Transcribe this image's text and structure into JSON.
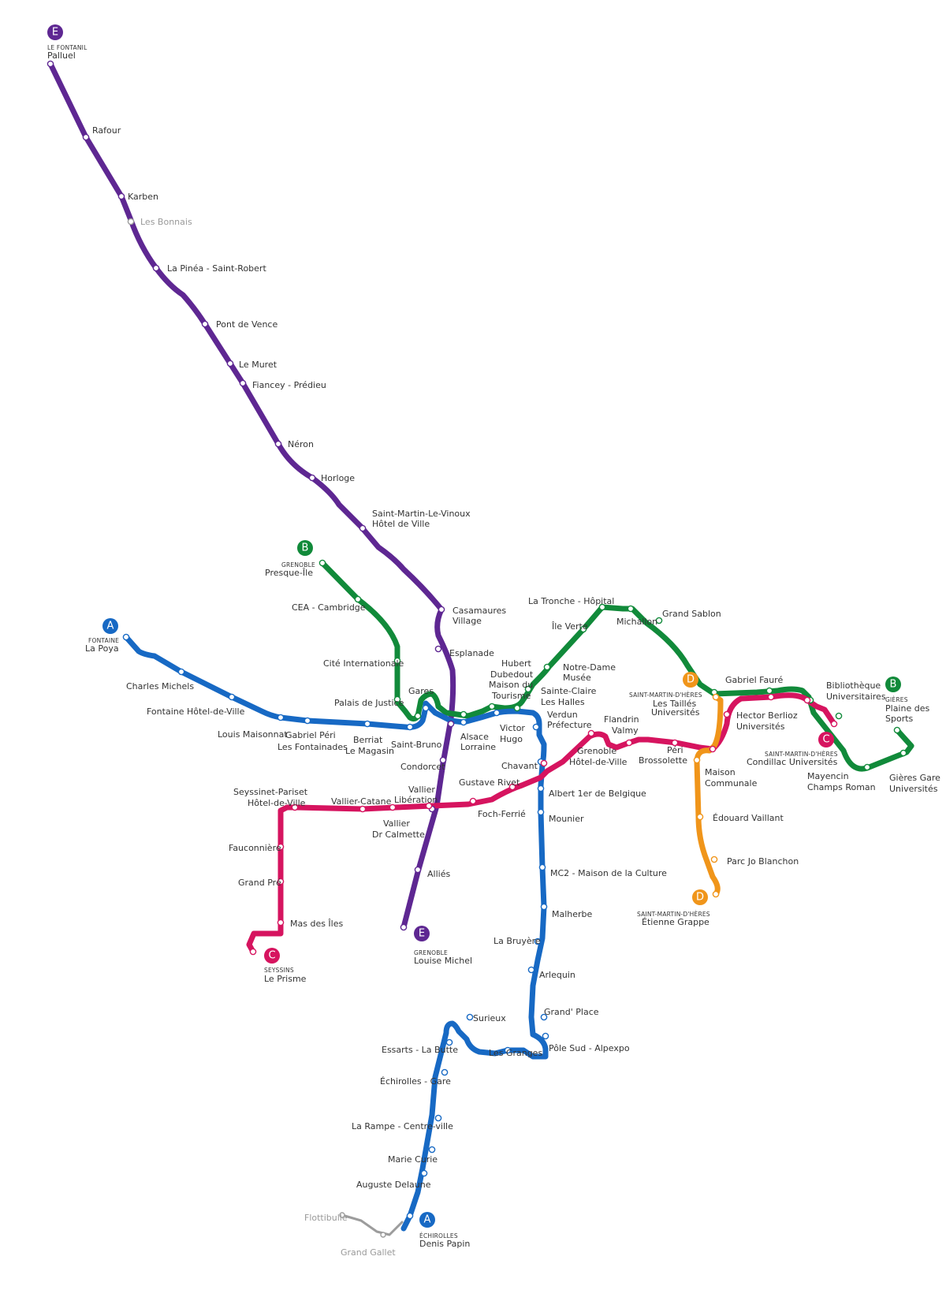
{
  "colors": {
    "A": "#1769c4",
    "B": "#118a3a",
    "C": "#d6145f",
    "D": "#f0951a",
    "E": "#5e2792",
    "inactive": "#9c9c9c"
  },
  "lines": [
    {
      "id": "E",
      "color_key": "E"
    },
    {
      "id": "B",
      "color_key": "B"
    },
    {
      "id": "A",
      "color_key": "A"
    },
    {
      "id": "C",
      "color_key": "C"
    },
    {
      "id": "D",
      "color_key": "D"
    }
  ],
  "termini": {
    "E_north": {
      "line": "E",
      "city": "LE FONTANIL",
      "name": "Palluel"
    },
    "E_south": {
      "line": "E",
      "city": "GRENOBLE",
      "name": "Louise Michel"
    },
    "B_west": {
      "line": "B",
      "city": "GRENOBLE",
      "name": "Presque-Île"
    },
    "B_east": {
      "line": "B",
      "city": "GIÈRES",
      "name": "Plaine des Sports"
    },
    "A_north": {
      "line": "A",
      "city": "FONTAINE",
      "name": "La Poya"
    },
    "A_south": {
      "line": "A",
      "city": "ÉCHIROLLES",
      "name": "Denis Papin"
    },
    "C_west": {
      "line": "C",
      "city": "SEYSSINS",
      "name": "Le Prisme"
    },
    "C_east": {
      "line": "C",
      "city": "SAINT-MARTIN-D'HÈRES",
      "name": "Condillac Universités"
    },
    "D_north": {
      "line": "D",
      "city": "SAINT-MARTIN-D'HÈRES",
      "name": "Les Taillés Universités"
    },
    "D_south": {
      "line": "D",
      "city": "SAINT-MARTIN-D'HÈRES",
      "name": "Étienne Grappe"
    }
  },
  "stations": {
    "rafour": "Rafour",
    "karben": "Karben",
    "les_bonnais": "Les Bonnais",
    "la_pinea": "La Pinéa - Saint-Robert",
    "pont_de_vence": "Pont de Vence",
    "le_muret": "Le Muret",
    "fiancey": "Fiancey - Prédieu",
    "neron": "Néron",
    "horloge": "Horloge",
    "smlv": "Saint-Martin-Le-Vinoux Hôtel de Ville",
    "casamaures": "Casamaures Village",
    "esplanade": "Esplanade",
    "cea": "CEA - Cambridge",
    "cite_internationale": "Cité Internationale",
    "palais_de_justice": "Palais de Justice",
    "gares": "Gares",
    "saint_bruno": "Saint-Bruno",
    "alsace_lorraine": "Alsace Lorraine",
    "victor_hugo": "Victor Hugo",
    "hubert_dubedout": "Hubert Dubedout Maison du Tourisme",
    "notre_dame": "Notre-Dame Musée",
    "sainte_claire": "Sainte-Claire Les Halles",
    "verdun": "Verdun Préfecture",
    "ile_verte": "Île Verte",
    "la_tronche": "La Tronche - Hôpital",
    "michallon": "Michallon",
    "grand_sablon": "Grand Sablon",
    "gabriel_faure": "Gabriel Fauré",
    "bibliotheque": "Bibliothèque Universitaires",
    "mayencin": "Mayencin Champs Roman",
    "gieres_gare": "Gières Gare Universités",
    "charles_michels": "Charles Michels",
    "fontaine_hdv": "Fontaine Hôtel-de-Ville",
    "louis_maisonnat": "Louis Maisonnat",
    "gabriel_peri": "Gabriel Péri Les Fontainades",
    "berriat": "Berriat Le Magasin",
    "condorcet": "Condorcet",
    "chavant": "Chavant",
    "albert_1er": "Albert 1er de Belgique",
    "mounier": "Mounier",
    "mc2": "MC2 - Maison de la Culture",
    "malherbe": "Malherbe",
    "la_bruyere": "La Bruyère",
    "arlequin": "Arlequin",
    "grand_place": "Grand' Place",
    "pole_sud": "Pôle Sud - Alpexpo",
    "les_granges": "Les Granges",
    "surieux": "Surieux",
    "essarts": "Essarts - La Butte",
    "echirolles_gare": "Échirolles - Gare",
    "la_rampe": "La Rampe - Centre-ville",
    "marie_curie": "Marie Curie",
    "auguste_delaune": "Auguste Delaune",
    "flottibulle": "Flottibulle",
    "grand_gallet": "Grand Gallet",
    "seyssinet": "Seyssinet-Pariset Hôtel-de-Ville",
    "fauconniere": "Fauconnière",
    "grand_pre": "Grand Pré",
    "mas_des_iles": "Mas des Îles",
    "vallier_catane": "Vallier-Catane",
    "vallier_calmette": "Vallier Dr Calmette",
    "vallier_liberation": "Vallier Libération",
    "gustave_rivet": "Gustave Rivet",
    "foch_ferrie": "Foch-Ferrié",
    "allies": "Alliés",
    "grenoble_hdv": "Grenoble Hôtel-de-Ville",
    "flandrin": "Flandrin Valmy",
    "peri_brossolette": "Péri Brossolette",
    "hector_berlioz": "Hector Berlioz Universités",
    "maison_communale": "Maison Communale",
    "edouard_vaillant": "Édouard Vaillant",
    "parc_jo_blanchon": "Parc Jo Blanchon"
  }
}
